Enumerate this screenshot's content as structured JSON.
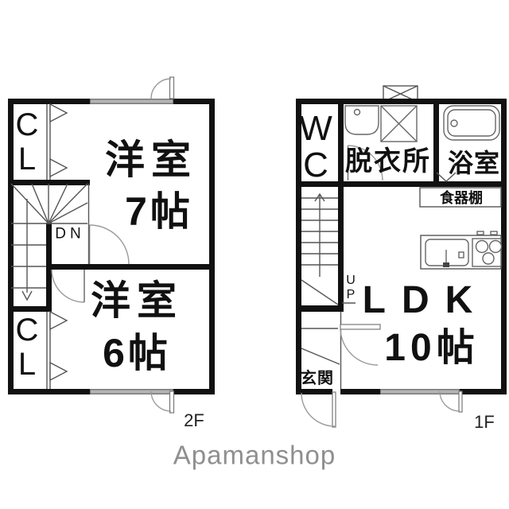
{
  "watermark": "Apamanshop",
  "floor_2f": {
    "label": "2F",
    "closet_top": "CL",
    "closet_bottom": "CL",
    "room7_name": "洋室",
    "room7_size": "7帖",
    "room6_name": "洋室",
    "room6_size": "6帖",
    "stairs_down": "DN"
  },
  "floor_1f": {
    "label": "1F",
    "toilet": "WC",
    "dressing_room": "脱衣所",
    "bathroom": "浴室",
    "cupboard": "食器棚",
    "stairs_up": "UP",
    "ldk_name": "LDK",
    "ldk_size": "10帖",
    "entrance": "玄関"
  },
  "colors": {
    "wall": "#111111",
    "thin_line": "#555555",
    "window_fill": "#b3b3b3",
    "door_arc": "#9a9a9a",
    "text": "#111111",
    "watermark_text": "#8f8f8f",
    "background": "#ffffff"
  }
}
